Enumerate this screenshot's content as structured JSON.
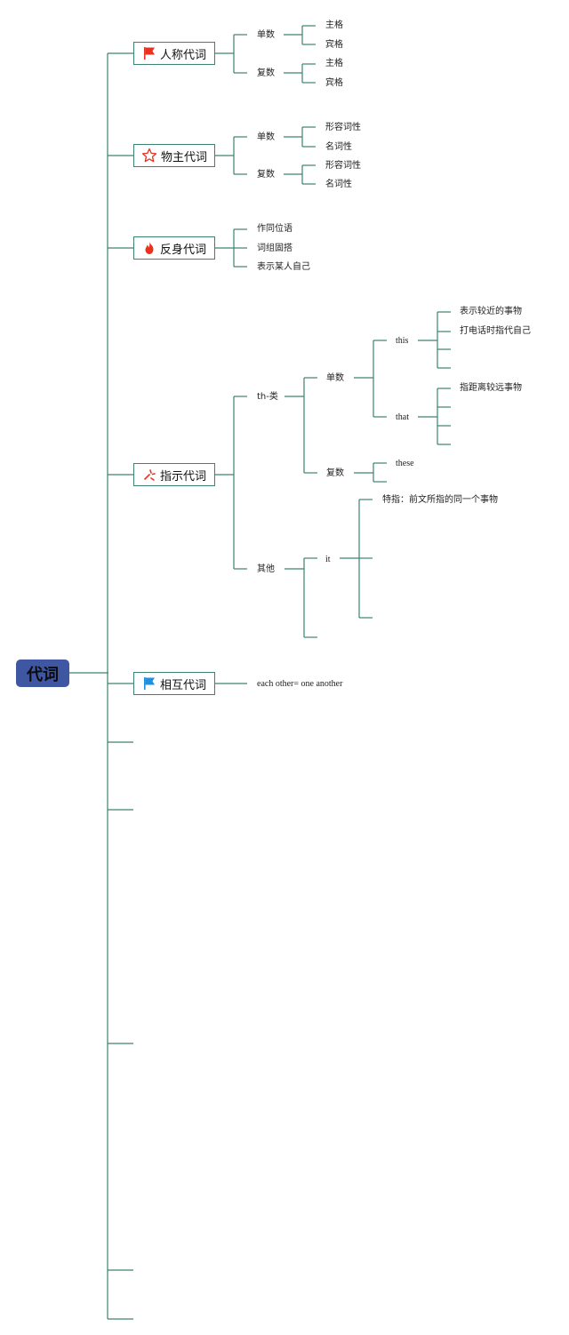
{
  "root": {
    "label": "代词"
  },
  "categories": [
    {
      "label": "人称代词",
      "icon": "red-flag-icon"
    },
    {
      "label": "物主代词",
      "icon": "star-outline-icon"
    },
    {
      "label": "反身代词",
      "icon": "fire-icon"
    },
    {
      "label": "指示代词",
      "icon": "sparkle-icon"
    },
    {
      "label": "相互代词",
      "icon": "blue-flag-icon"
    }
  ],
  "personal": {
    "singular": "单数",
    "singular_cases": [
      "主格",
      "宾格"
    ],
    "plural": "复数",
    "plural_cases": [
      "主格",
      "宾格"
    ]
  },
  "possessive": {
    "singular": "单数",
    "singular_types": [
      "形容词性",
      "名词性"
    ],
    "plural": "复数",
    "plural_types": [
      "形容词性",
      "名词性"
    ]
  },
  "reflexive": {
    "uses": [
      "作同位语",
      "词组固搭",
      "表示某人自己"
    ]
  },
  "demonstrative": {
    "th_class": "th-类",
    "singular": "单数",
    "this": "this",
    "this_uses": [
      "表示较近的事物",
      "打电话时指代自己"
    ],
    "that": "that",
    "that_uses": [
      "指距离较远事物"
    ],
    "plural": "复数",
    "these": "these",
    "other": "其他",
    "it": "it",
    "it_uses": [
      "特指：前文所指的同一个事物"
    ]
  },
  "reciprocal": {
    "text": "each other= one another"
  },
  "colors": {
    "line": "#3d8371",
    "root_bg": "#3f56a3",
    "flag_red": "#e8321f",
    "flag_blue": "#1f8fe0"
  }
}
